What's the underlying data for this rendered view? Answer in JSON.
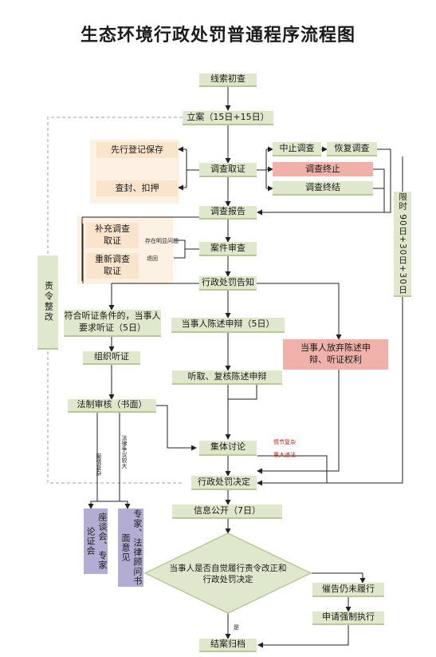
{
  "title": "生态环境行政处罚普通程序流程图",
  "nodes": {
    "xiansuo": "线索初查",
    "lian": "立案（15日+15日）",
    "xianxing": "先行登记保存",
    "chafeng": "查封、扣押",
    "diaocha": "调查取证",
    "zhongzhi": "中止调查",
    "huifu": "恢复调查",
    "zhongzhi2": "调查终止",
    "zhongjie": "调查终结",
    "baogao": "调查报告",
    "buchong": "补充调查取证",
    "chongxin": "重新调查取证",
    "shencha": "案件审查",
    "gaozhi": "行政处罚告知",
    "tingzheng_req": "符合听证条件的，当事人要求听证（5日）",
    "chenshu": "当事人陈述申辩（5日）",
    "fangqi": "当事人放弃陈述申辩、听证权利",
    "zuzhi": "组织听证",
    "tingqu": "听取、复核陈述申辩",
    "fazhi": "法制审核（书面）",
    "jiti": "集体讨论",
    "jueding": "行政处罚决定",
    "gongkai": "信息公开（7日）",
    "lvxing": "当事人是否自觉履行责令改正和行政处罚决定",
    "cuigao": "催告仍未履行",
    "qiangzhi": "申请强制执行",
    "guidang": "结案归档",
    "zuotan": "座谈会、专家论证会",
    "zhuanjia": "专家、法律顾问书面意见",
    "zeling": "责令整改",
    "xianqi": "限时 90日+30日+30日"
  },
  "labels": {
    "mingxian": "存在明显问题",
    "tuihui": "退回",
    "anqing": "案情复杂",
    "zhengyi": "法律争议较大",
    "qingjie": "情节复杂",
    "zhongda": "重大违法",
    "shi": "是"
  },
  "colors": {
    "green": "#dfe7cc",
    "orange": "#fbe4cc",
    "red": "#f0b1ab",
    "purple": "#b3acd3",
    "line": "#222222",
    "dashed": "#999999"
  }
}
